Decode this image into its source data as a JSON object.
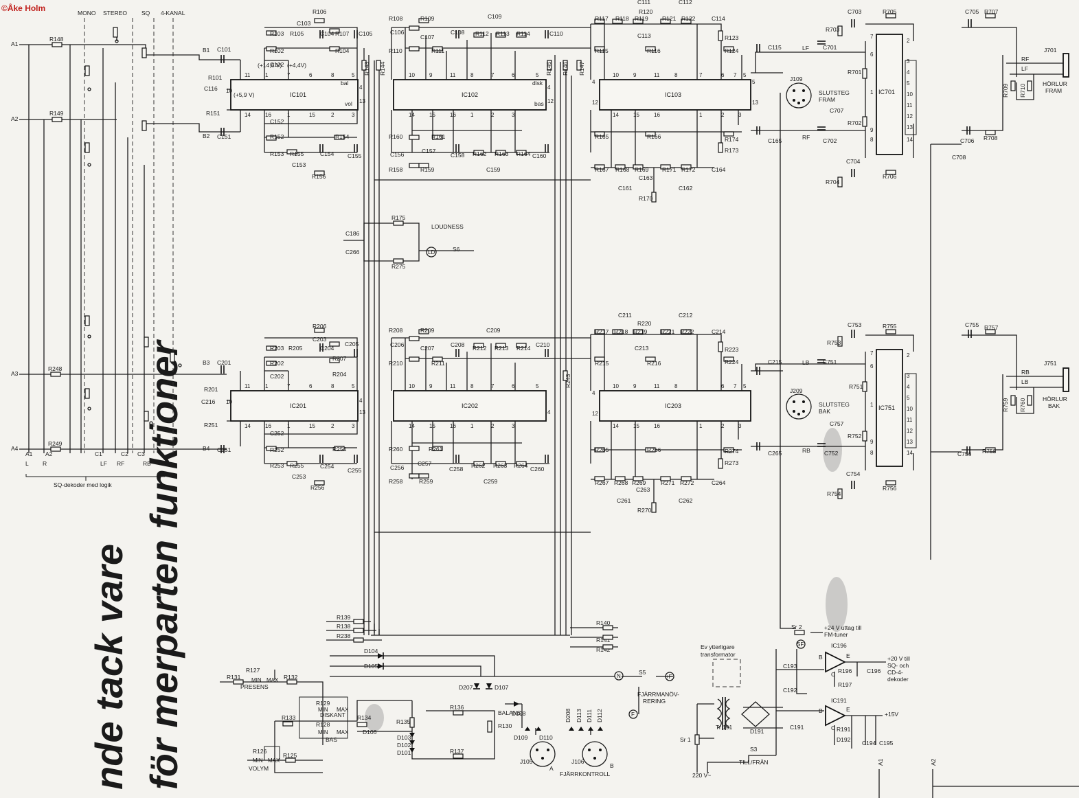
{
  "copyright": "©Åke Holm",
  "header": {
    "mono": "MONO",
    "stereo": "STEREO",
    "sq": "SQ",
    "four_channel": "4-KANAL"
  },
  "inputs": {
    "a1": "A1",
    "a2": "A2",
    "a3": "A3",
    "a4": "A4",
    "b1": "B1",
    "b2": "B2",
    "b3": "B3",
    "b4": "B4"
  },
  "bottom_left": {
    "a1": "A1",
    "a2": "A2",
    "l": "L",
    "r": "R",
    "c1": "C1",
    "c2": "C2",
    "c3": "C3",
    "lf": "LF",
    "rf": "RF",
    "rb": "RB",
    "decoder": "SQ-dekoder med logik"
  },
  "ics": {
    "ic101": "IC101",
    "ic102": "IC102",
    "ic103": "IC103",
    "ic201": "IC201",
    "ic202": "IC202",
    "ic203": "IC203",
    "ic701": "IC701",
    "ic751": "IC751",
    "ic191": "IC191",
    "ic196": "IC196"
  },
  "ic101_notes": {
    "v59": "(+5,9 V)",
    "v148": "(+14,8 V)",
    "v44": "(+4,4V)",
    "bal": "bal",
    "vol": "vol",
    "disk": "disk",
    "bas": "bas"
  },
  "components_top": [
    "R148",
    "R149",
    "R101",
    "C116",
    "R151",
    "C101",
    "C151",
    "R103",
    "R102",
    "C102",
    "C152",
    "R152",
    "R153",
    "R155",
    "C153",
    "R156",
    "R105",
    "C103",
    "R106",
    "C104",
    "R107",
    "R104",
    "C105",
    "C154",
    "R154",
    "C155",
    "R108",
    "C106",
    "R110",
    "R109",
    "C107",
    "R111",
    "C108",
    "R112",
    "R113",
    "C109",
    "R114",
    "C110",
    "R160",
    "C156",
    "R158",
    "R161",
    "C157",
    "R159",
    "C158",
    "R162",
    "R163",
    "C159",
    "R164",
    "C160",
    "R143",
    "R144",
    "R145",
    "R146",
    "R147",
    "R117",
    "R118",
    "R119",
    "C111",
    "R120",
    "R121",
    "C112",
    "R122",
    "C114",
    "C113",
    "R115",
    "R116",
    "R123",
    "R124",
    "R165",
    "R166",
    "R174",
    "R173",
    "R167",
    "R168",
    "R169",
    "C163",
    "R171",
    "R172",
    "C164",
    "C161",
    "R170",
    "C162",
    "C115",
    "C165",
    "C701",
    "C702",
    "R701",
    "R702",
    "C707",
    "C703",
    "R703",
    "R705",
    "C705",
    "R707",
    "C704",
    "R704",
    "R706",
    "C706",
    "R708",
    "C708",
    "R709",
    "R710"
  ],
  "components_mid": [
    "C186",
    "R175",
    "C266",
    "R275",
    "S6"
  ],
  "components_bottom": [
    "R248",
    "R249",
    "R201",
    "C216",
    "R251",
    "C201",
    "C251",
    "R203",
    "R202",
    "C202",
    "C252",
    "R252",
    "R253",
    "R255",
    "C253",
    "R256",
    "R205",
    "C203",
    "R206",
    "C204",
    "R207",
    "R204",
    "C205",
    "C254",
    "R254",
    "C255",
    "R208",
    "C206",
    "R210",
    "R209",
    "C207",
    "R211",
    "C208",
    "R212",
    "R213",
    "C209",
    "R214",
    "C210",
    "R260",
    "C256",
    "R258",
    "R261",
    "C257",
    "R259",
    "C258",
    "R262",
    "R263",
    "C259",
    "R264",
    "C260",
    "R243",
    "R217",
    "R218",
    "R219",
    "C211",
    "R220",
    "R221",
    "C212",
    "R222",
    "C214",
    "C213",
    "R215",
    "R216",
    "R223",
    "R224",
    "R265",
    "R266",
    "R274",
    "R273",
    "R267",
    "R268",
    "R269",
    "C263",
    "R271",
    "R272",
    "C264",
    "C261",
    "R270",
    "C262",
    "C215",
    "C265",
    "C751",
    "C752",
    "R751",
    "R752",
    "C757",
    "C753",
    "R753",
    "R755",
    "C755",
    "R757",
    "C754",
    "R754",
    "R756",
    "C756",
    "R758",
    "R759",
    "R760"
  ],
  "control_section": [
    "R139",
    "R138",
    "R238",
    "R140",
    "R141",
    "R142",
    "D104",
    "D105",
    "R131",
    "R127",
    "R132",
    "R129",
    "R128",
    "R133",
    "R134",
    "D106",
    "R126",
    "R125",
    "D207",
    "D107",
    "R136",
    "R135",
    "D103",
    "D102",
    "D101",
    "R137",
    "R130",
    "D108",
    "D109",
    "D110",
    "D208",
    "D113",
    "D111",
    "D112",
    "J105",
    "J106"
  ],
  "labels": {
    "loudness": "LOUDNESS",
    "ld": "LD",
    "lf": "LF",
    "rf": "RF",
    "lb": "LB",
    "rb": "RB",
    "j109": "J109",
    "j209": "J209",
    "slutsteg_fram_1": "SLUTSTEG",
    "slutsteg_fram_2": "FRAM",
    "slutsteg_bak_1": "SLUTSTEG",
    "slutsteg_bak_2": "BAK",
    "j701": "J701",
    "j751": "J751",
    "horlur_fram_1": "HÖRLUR",
    "horlur_fram_2": "FRAM",
    "horlur_bak_1": "HÖRLUR",
    "horlur_bak_2": "BAK",
    "presens": "PRESENS",
    "diskant": "DISKANT",
    "bas": "BAS",
    "volym": "VOLYM",
    "min": "MIN",
    "max": "MAX",
    "balans": "BALANS",
    "fjarrkontroll": "FJÄRRKONTROLL",
    "fjarrmanovrering_1": "FJÄRRMANÖV-",
    "fjarrmanovrering_2": "RERING",
    "s5": "S5",
    "n": "N",
    "f": "F",
    "f_plus": "+F",
    "a": "A",
    "b": "B",
    "ev_1": "Ev ytterligare",
    "ev_2": "transformator",
    "tr191": "Tr 191",
    "d191": "D191",
    "sr1": "Sr 1",
    "mains": "220 V~",
    "s3": "S3",
    "till_fran": "TILL/FRÅN",
    "sr2": "Sr 2",
    "sf": "SF",
    "uttag_1": "+24 V uttag till",
    "uttag_2": "FM-tuner",
    "v20_1": "+20 V till",
    "v20_2": "SQ- och",
    "v20_3": "CD-4-",
    "v20_4": "dekoder",
    "v15": "+15V",
    "c193": "C193",
    "c192": "C192",
    "c191": "C191",
    "r196": "R196",
    "r197": "R197",
    "c196": "C196",
    "r191": "R191",
    "d192": "D192",
    "c194": "C194",
    "c195": "C195",
    "e": "E",
    "c": "C",
    "bl": "B",
    "a1v": "A1",
    "a2v": "A2"
  },
  "overlay_text": {
    "line1": "nde tack vare",
    "line2": "för merparten funktioner"
  }
}
